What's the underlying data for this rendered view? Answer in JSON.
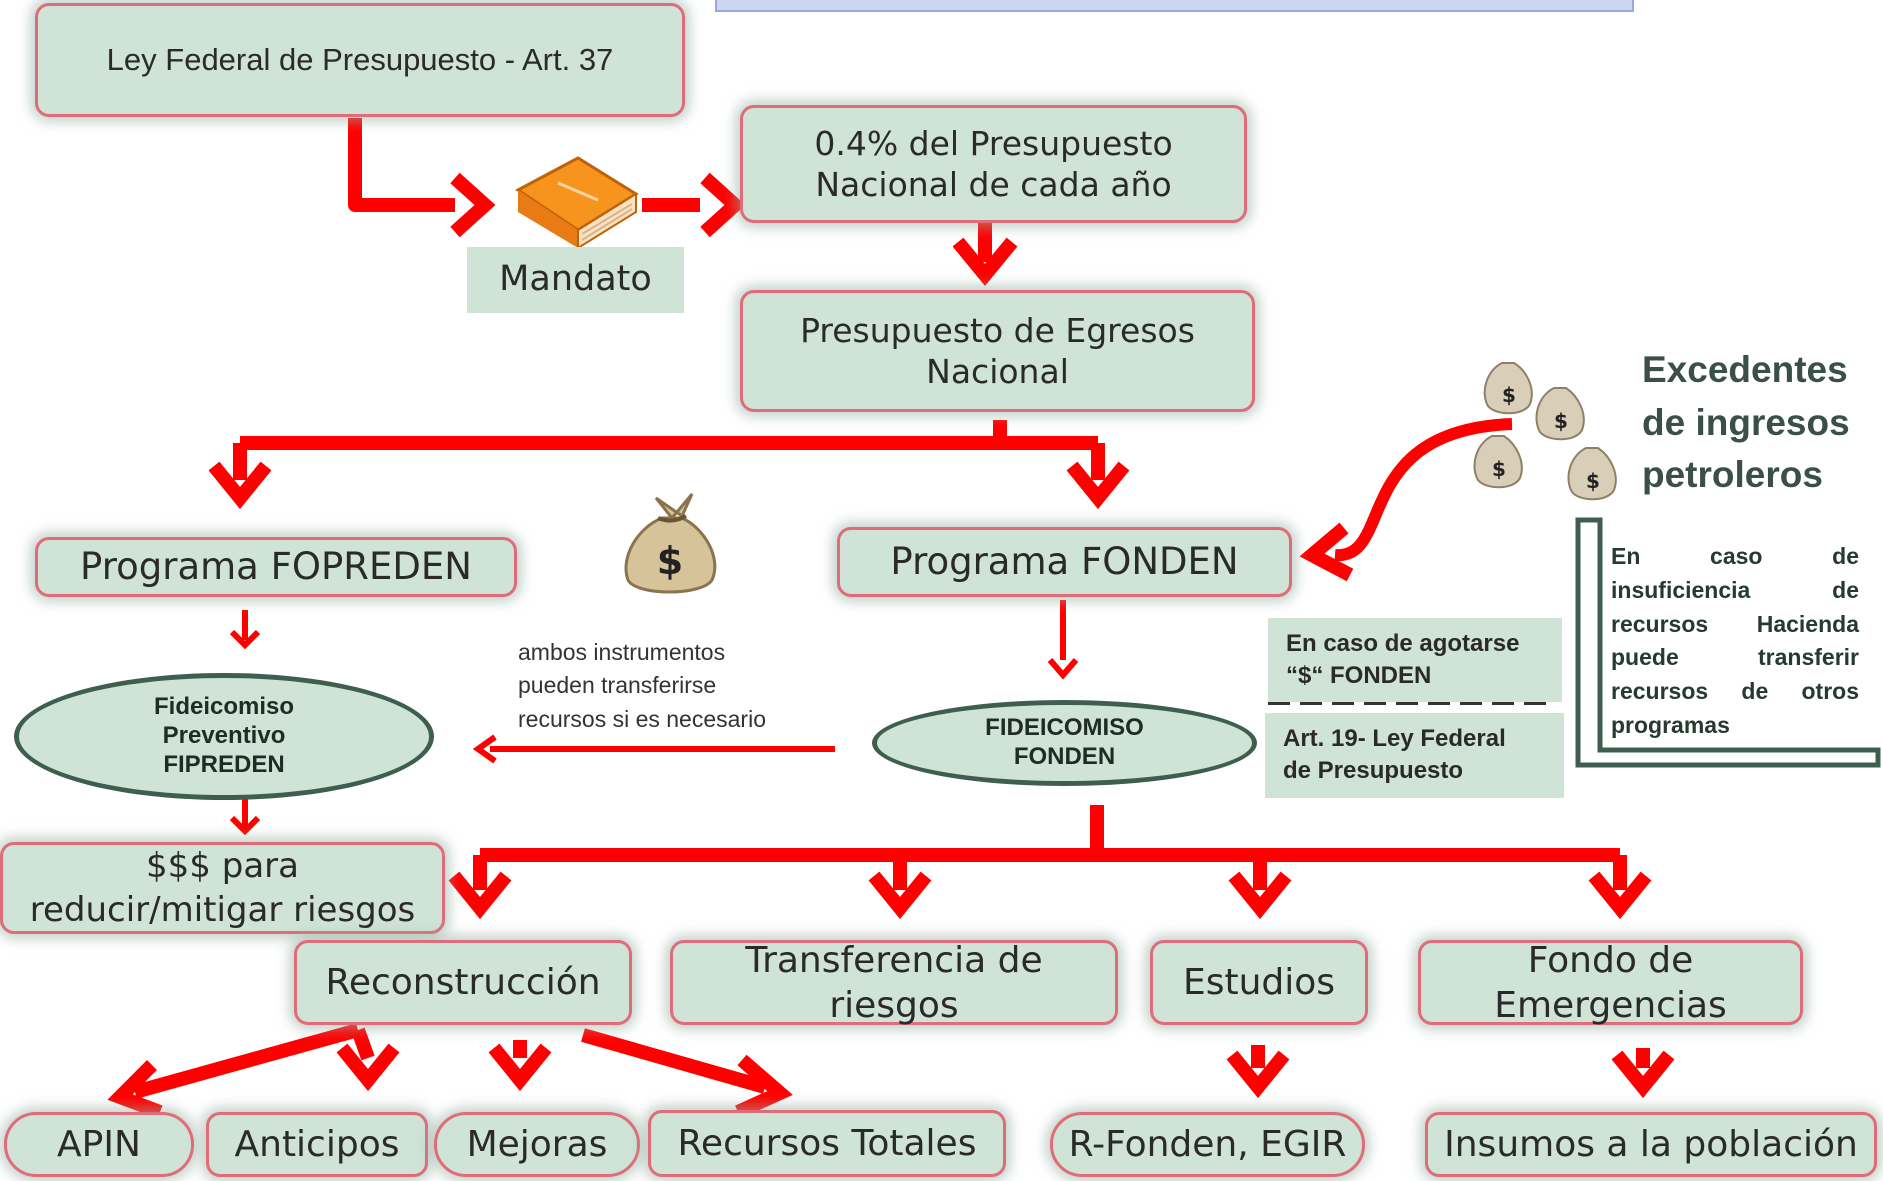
{
  "title_box": "Ley Federal de Presupuesto - Art. 37",
  "mandato_label": "Mandato",
  "percentage_box": "0.4% del Presupuesto\nNacional de cada año",
  "egresos_box": "Presupuesto de Egresos\nNacional",
  "fopreden_program": "Programa FOPREDEN",
  "fonden_program": "Programa FONDEN",
  "fipreden_trust": "Fideicomiso\nPreventivo\nFIPREDEN",
  "fonden_trust": "FIDEICOMISO\nFONDEN",
  "transfer_note": "ambos instrumentos\npueden transferirse\nrecursos si es necesario",
  "risk_reduction": "$$$ para\nreducir/mitigar riesgos",
  "excedentes_label": "Excedentes\nde ingresos\npetroleros",
  "insuficiencia_note": "En caso de insuficiencia de recursos Hacienda puede transferir recursos de otros programas",
  "agotarse_note": "En caso de agotarse\n“$“ FONDEN",
  "art19_note": "Art. 19- Ley Federal\nde Presupuesto",
  "branches": {
    "reconstruccion": "Reconstrucción",
    "transferencia": "Transferencia de\nriesgos",
    "estudios": "Estudios",
    "fondo": "Fondo de\nEmergencias"
  },
  "leaves": {
    "apin": "APIN",
    "anticipos": "Anticipos",
    "mejoras": "Mejoras",
    "recursos_totales": "Recursos Totales",
    "rfonden": "R-Fonden, EGIR",
    "insumos": "Insumos a la población"
  },
  "colors": {
    "box_fill": "#cfe3d6",
    "box_border": "#e06c7a",
    "arrow": "#ff0000",
    "oval_border": "#3e5f50"
  },
  "icons": [
    "book-icon",
    "money-bag-icon",
    "money-bags-cluster-icon"
  ]
}
